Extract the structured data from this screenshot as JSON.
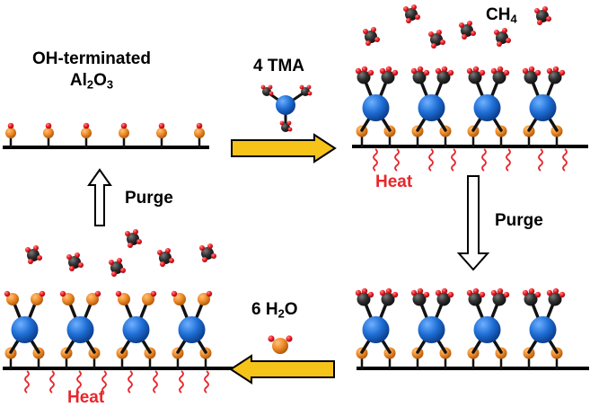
{
  "labels": {
    "surface_title_line1": "OH-terminated",
    "surface_title_line2_base": "Al",
    "surface_title_line2_sub1": "2",
    "surface_title_line2_mid": "O",
    "surface_title_line2_sub2": "3",
    "step_tma": "4 TMA",
    "byproduct_base": "CH",
    "byproduct_sub": "4",
    "purge_top": "Purge",
    "purge_right": "Purge",
    "step_h2o_count": "6 H",
    "step_h2o_sub": "2",
    "step_h2o_tail": "O",
    "heat_top": "Heat",
    "heat_bottom": "Heat"
  },
  "colors": {
    "aluminum": "#1f6fd6",
    "oxygen": "#ee1c24",
    "carbon": "#303030",
    "surface_oxygen": "#ee8a28",
    "substrate_line": "#000000",
    "heat_wave": "#e8262b",
    "arrow_fill": "#f6c319",
    "arrow_outline": "#000000"
  },
  "icons": [
    "aluminum-atom",
    "oxygen-atom",
    "methyl-group",
    "methane-molecule",
    "water-molecule",
    "tma-molecule",
    "heat-wave",
    "process-arrow"
  ]
}
